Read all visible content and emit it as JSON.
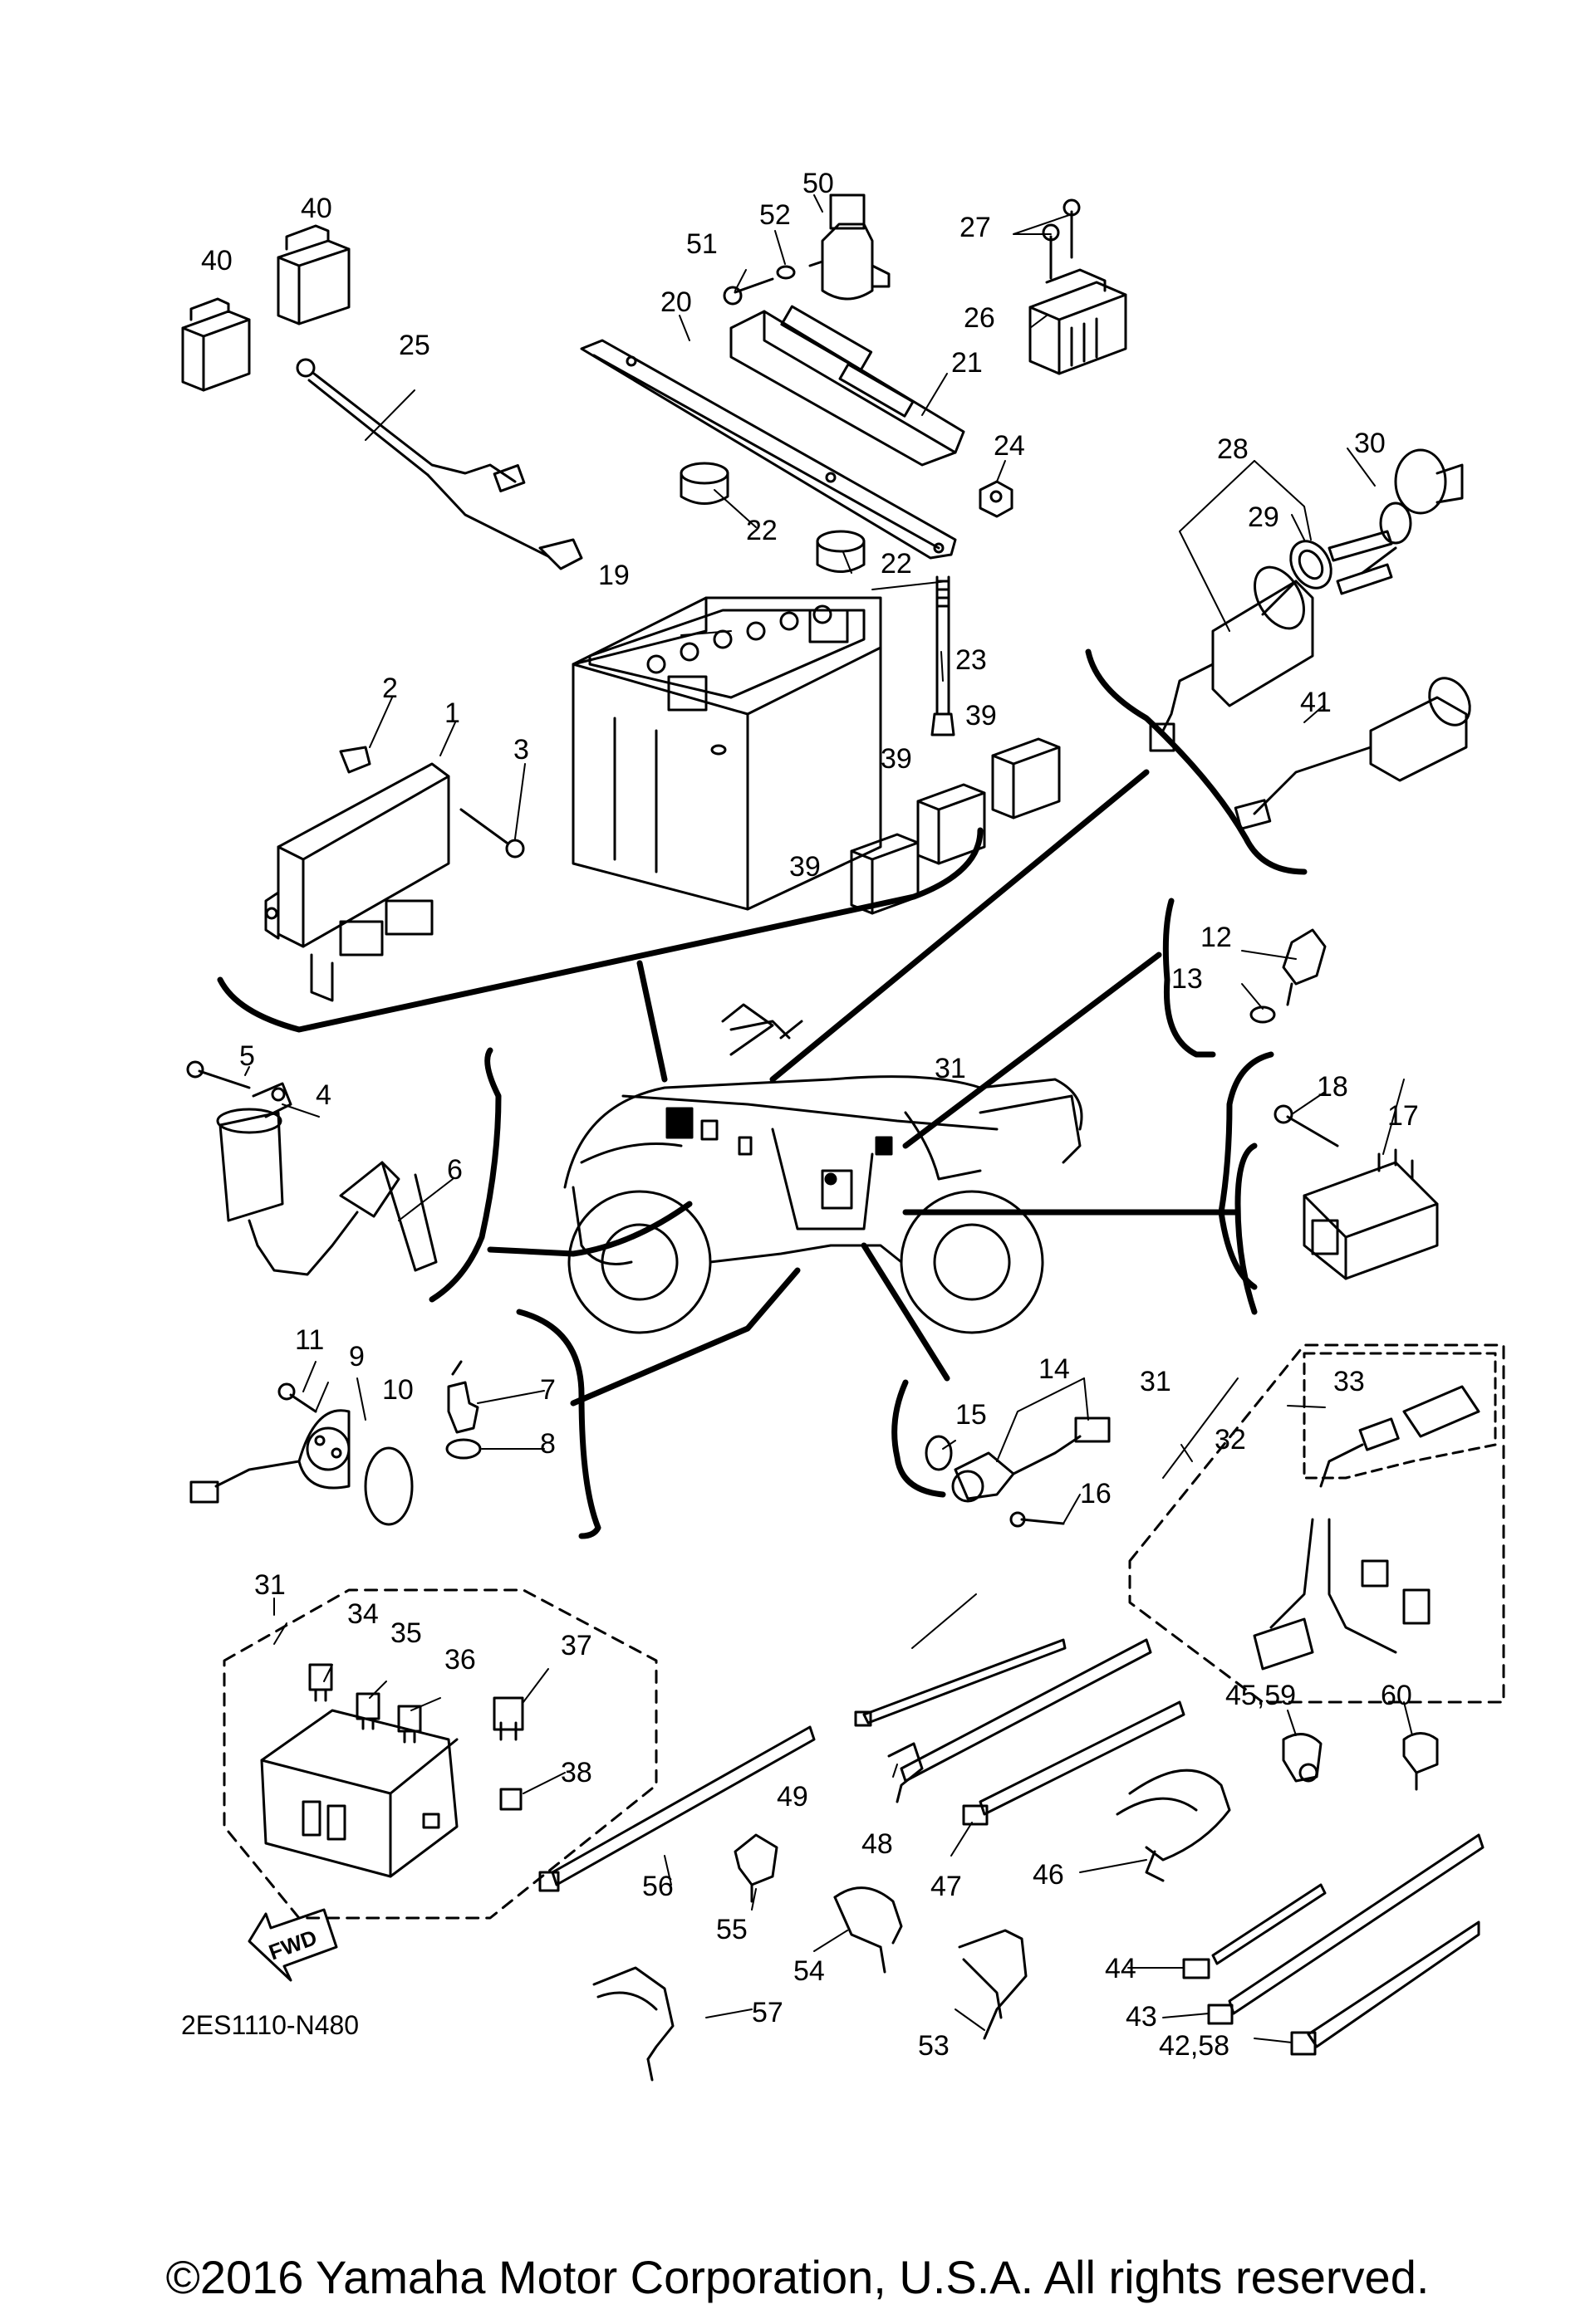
{
  "diagram": {
    "callouts": {
      "c1": "1",
      "c2": "2",
      "c3": "3",
      "c4": "4",
      "c5": "5",
      "c6": "6",
      "c7": "7",
      "c8": "8",
      "c9": "9",
      "c10": "10",
      "c11": "11",
      "c12": "12",
      "c13": "13",
      "c14": "14",
      "c15": "15",
      "c16": "16",
      "c17": "17",
      "c18": "18",
      "c19": "19",
      "c20": "20",
      "c21": "21",
      "c22a": "22",
      "c22b": "22",
      "c23": "23",
      "c24": "24",
      "c25": "25",
      "c26": "26",
      "c27": "27",
      "c28": "28",
      "c29": "29",
      "c30": "30",
      "c31a": "31",
      "c31b": "31",
      "c31c": "31",
      "c32": "32",
      "c33": "33",
      "c34": "34",
      "c35": "35",
      "c36": "36",
      "c37": "37",
      "c38": "38",
      "c39a": "39",
      "c39b": "39",
      "c39c": "39",
      "c40a": "40",
      "c40b": "40",
      "c41": "41",
      "c42": "42,58",
      "c43": "43",
      "c44": "44",
      "c45": "45,59",
      "c46": "46",
      "c47": "47",
      "c48": "48",
      "c49": "49",
      "c50": "50",
      "c51": "51",
      "c52": "52",
      "c53": "53",
      "c54": "54",
      "c55": "55",
      "c56": "56",
      "c57": "57",
      "c60": "60"
    },
    "fwd_label": "FWD",
    "diagram_code": "2ES1110-N480"
  },
  "footer": {
    "copyright": "©2016 Yamaha Motor Corporation, U.S.A. All rights reserved."
  }
}
